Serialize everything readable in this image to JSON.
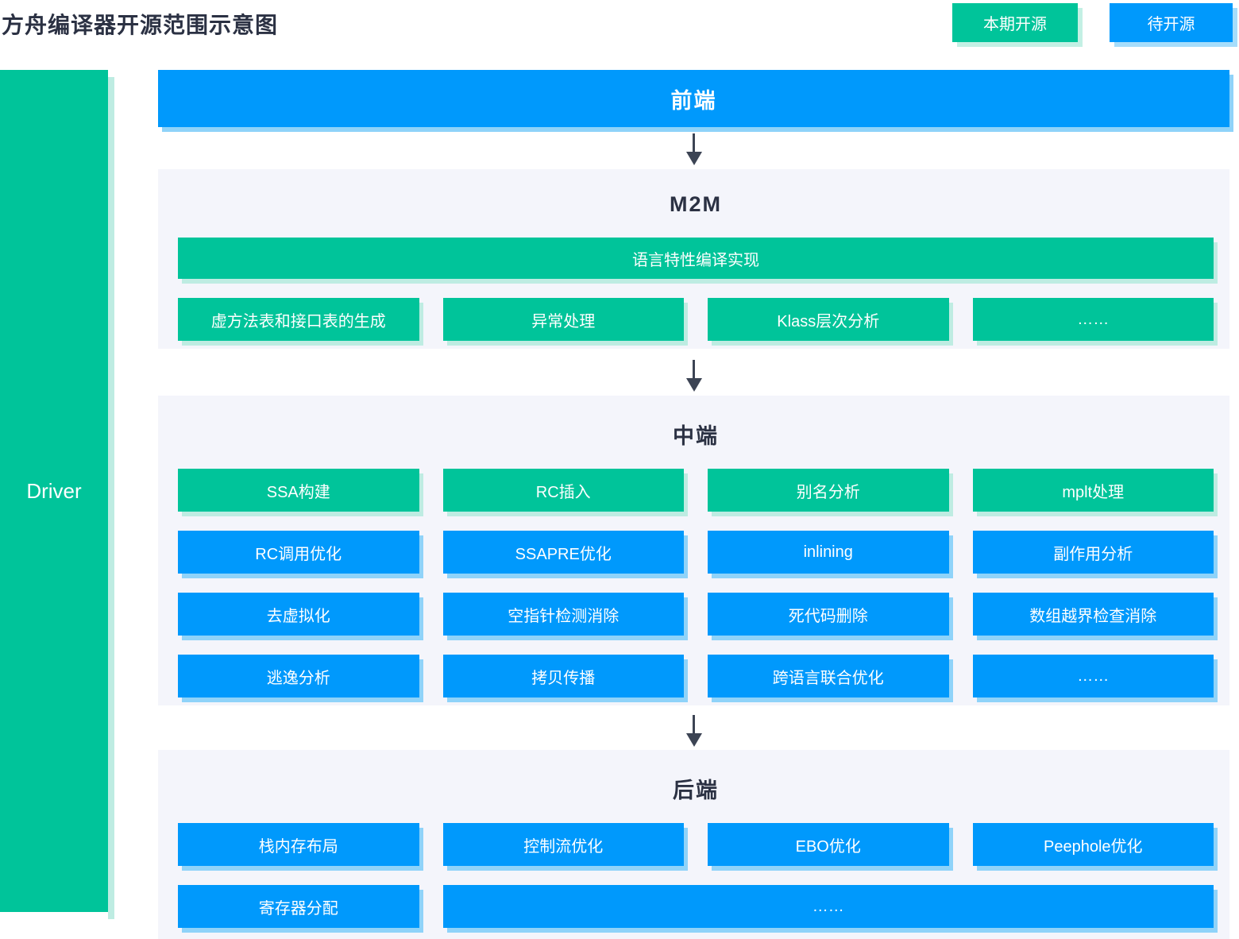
{
  "title": "方舟编译器开源范围示意图",
  "legend": {
    "open_this_phase": "本期开源",
    "to_be_open_sourced": "待开源"
  },
  "driver_label": "Driver",
  "frontend": {
    "title": "前端"
  },
  "m2m": {
    "title": "M2M",
    "wide_bar": "语言特性编译实现",
    "boxes": [
      "虚方法表和接口表的生成",
      "异常处理",
      "Klass层次分析",
      "……"
    ]
  },
  "middle": {
    "title": "中端",
    "row1": [
      "SSA构建",
      "RC插入",
      "别名分析",
      "mplt处理"
    ],
    "row2": [
      "RC调用优化",
      "SSAPRE优化",
      "inlining",
      "副作用分析"
    ],
    "row3": [
      "去虚拟化",
      "空指针检测消除",
      "死代码删除",
      "数组越界检查消除"
    ],
    "row4": [
      "逃逸分析",
      "拷贝传播",
      "跨语言联合优化",
      "……"
    ]
  },
  "backend": {
    "title": "后端",
    "row1": [
      "栈内存布局",
      "控制流优化",
      "EBO优化",
      "Peephole优化"
    ],
    "row2": [
      "寄存器分配",
      "……"
    ]
  },
  "colors": {
    "open_this_phase_green": "#00C49A",
    "to_be_open_blue": "#0099FC",
    "panel_background": "#F4F5FB"
  }
}
